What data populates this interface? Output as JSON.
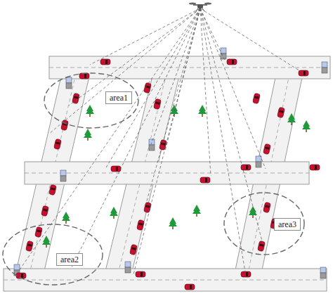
{
  "diagram": {
    "nodes": [
      {
        "text": [
          "area1"
        ]
      },
      {
        "text": [
          "area3"
        ]
      },
      {
        "text": [
          "area2"
        ]
      }
    ]
  }
}
